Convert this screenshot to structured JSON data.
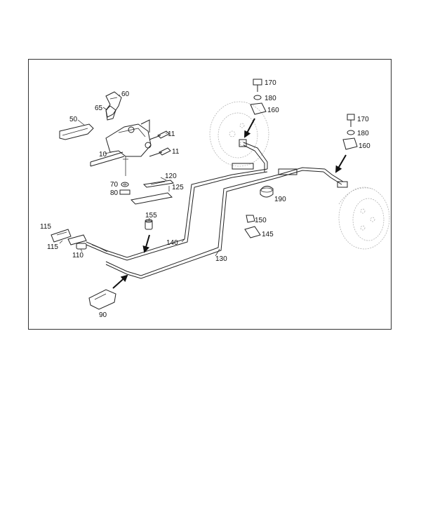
{
  "diagram": {
    "labels": {
      "p60": "60",
      "p65": "65",
      "p50": "50",
      "p11a": "11",
      "p11b": "11",
      "p10": "10",
      "p70": "70",
      "p80": "80",
      "p120": "120",
      "p125": "125",
      "p155": "155",
      "p115a": "115",
      "p115b": "115",
      "p110": "110",
      "p140": "140",
      "p130": "130",
      "p90": "90",
      "p170a": "170",
      "p180a": "180",
      "p160a": "160",
      "p170b": "170",
      "p180b": "180",
      "p160b": "160",
      "p190": "190",
      "p150": "150",
      "p145": "145"
    }
  }
}
